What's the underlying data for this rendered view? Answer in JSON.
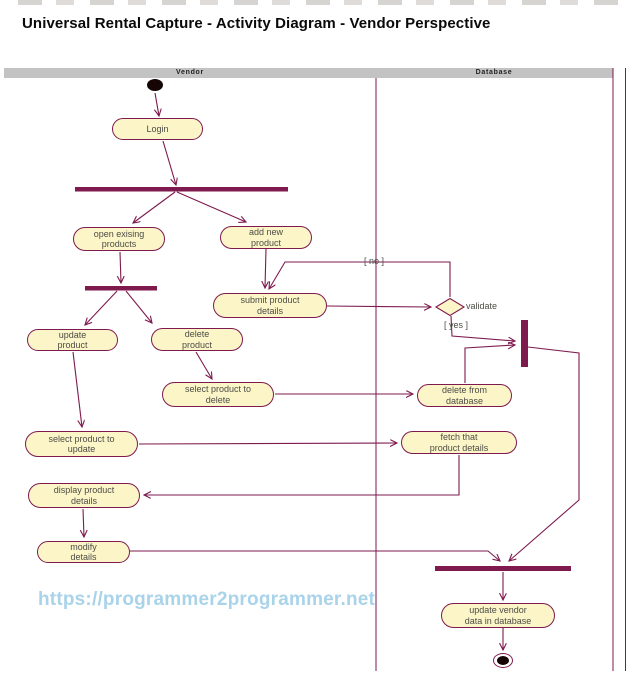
{
  "header": {
    "title": "Universal Rental Capture - Activity Diagram - Vendor Perspective"
  },
  "lanes": {
    "vendor": "Vendor",
    "database": "Database"
  },
  "nodes": {
    "login": {
      "label": "Login"
    },
    "open_existing": {
      "label": "open exising\nproducts"
    },
    "add_new": {
      "label": "add new\nproduct"
    },
    "submit_details": {
      "label": "submit product\ndetails"
    },
    "update_product": {
      "label": "update\nproduct"
    },
    "delete_product": {
      "label": "delete\nproduct"
    },
    "select_to_delete": {
      "label": "select product to\ndelete"
    },
    "select_to_update": {
      "label": "select product to\nupdate"
    },
    "delete_from_db": {
      "label": "delete from\ndatabase"
    },
    "fetch_details": {
      "label": "fetch  that\nproduct details"
    },
    "display_details": {
      "label": "display product\ndetails"
    },
    "modify_details": {
      "label": "modify\ndetails"
    },
    "update_vendor": {
      "label": "update vendor\ndata in database"
    }
  },
  "decision": {
    "label": "validate",
    "guard_no": "[ no ]",
    "guard_yes": "[ yes ]"
  },
  "watermark": {
    "text": "https://programmer2programmer.net"
  },
  "colors": {
    "node_fill": "#fbf5c8",
    "edge": "#7e1a4e",
    "lane_bar": "#c3c3c3",
    "watermark": "#a9d3e9"
  }
}
